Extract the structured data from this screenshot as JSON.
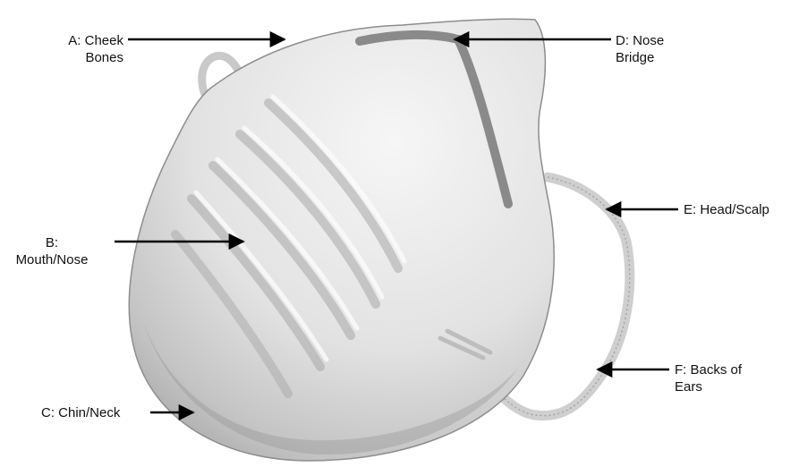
{
  "labels": {
    "a": {
      "line1": "A: Cheek",
      "line2": "Bones"
    },
    "b": {
      "line1": "B:",
      "line2": "Mouth/Nose"
    },
    "c": {
      "line1": "C: Chin/Neck"
    },
    "d": {
      "line1": "D: Nose",
      "line2": "Bridge"
    },
    "e": {
      "line1": "E: Head/Scalp"
    },
    "f": {
      "line1": "F: Backs of",
      "line2": "Ears"
    }
  },
  "colors": {
    "mask_light": "#f3f3f3",
    "mask_mid": "#d9d9d9",
    "mask_shadow": "#9a9a9a",
    "strap": "#cfcfcf",
    "nose_clip": "#8a8a8a",
    "arrow": "#000000"
  }
}
